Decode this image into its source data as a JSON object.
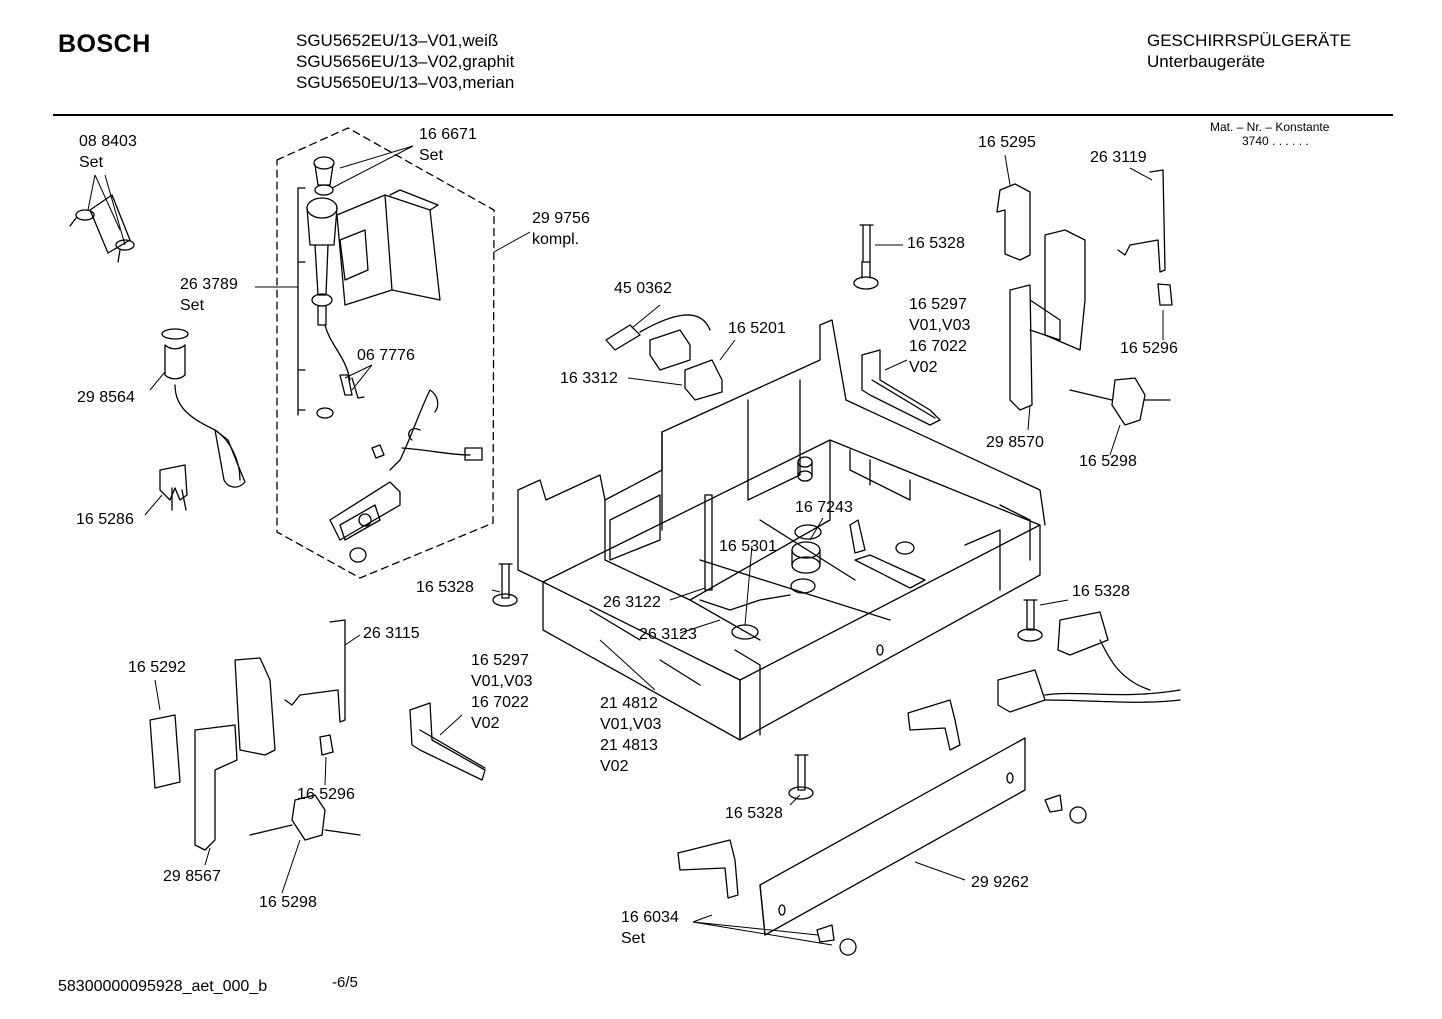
{
  "header": {
    "brand": "BOSCH",
    "models": [
      "SGU5652EU/13–V01,weiß",
      "SGU5656EU/13–V02,graphit",
      "SGU5650EU/13–V03,merian"
    ],
    "category": "GESCHIRRSPÜLGERÄTE",
    "subcategory": "Unterbaugeräte"
  },
  "material_box": {
    "title": "Mat. – Nr. – Konstante",
    "value": "3740  .  .  .  .  .  ."
  },
  "labels": {
    "l01": [
      "08 8403",
      "Set"
    ],
    "l02": [
      "16 6671",
      "Set"
    ],
    "l03": [
      "29 9756",
      "kompl."
    ],
    "l04": [
      "26 3789",
      "Set"
    ],
    "l05": [
      "29 8564"
    ],
    "l06": [
      "06 7776"
    ],
    "l07": [
      "16 5286"
    ],
    "l08": [
      "45 0362"
    ],
    "l09": [
      "16 5201"
    ],
    "l10": [
      "16 3312"
    ],
    "l11": [
      "16 5328"
    ],
    "l12": [
      "16 5297",
      "V01,V03",
      "16 7022",
      "V02"
    ],
    "l13": [
      "16 5295"
    ],
    "l14": [
      "26 3119"
    ],
    "l15": [
      "16 5296"
    ],
    "l16": [
      "29 8570"
    ],
    "l17": [
      "16 5298"
    ],
    "l18": [
      "16 7243"
    ],
    "l19": [
      "16 5301"
    ],
    "l20": [
      "16 5328"
    ],
    "l21": [
      "26 3122"
    ],
    "l22": [
      "26 3123"
    ],
    "l23": [
      "16 5328"
    ],
    "l24": [
      "26 3115"
    ],
    "l25": [
      "16 5292"
    ],
    "l26": [
      "16 5297",
      "V01,V03",
      "16 7022",
      "V02"
    ],
    "l27": [
      "16 5296"
    ],
    "l28": [
      "29 8567"
    ],
    "l29": [
      "16 5298"
    ],
    "l30": [
      "21 4812",
      "V01,V03",
      "21 4813",
      "V02"
    ],
    "l31": [
      "16 5328"
    ],
    "l32": [
      "29 9262"
    ],
    "l33": [
      "16 6034",
      "Set"
    ]
  },
  "footer": {
    "doc_id": "58300000095928_aet_000_b",
    "page": "-6/5"
  }
}
